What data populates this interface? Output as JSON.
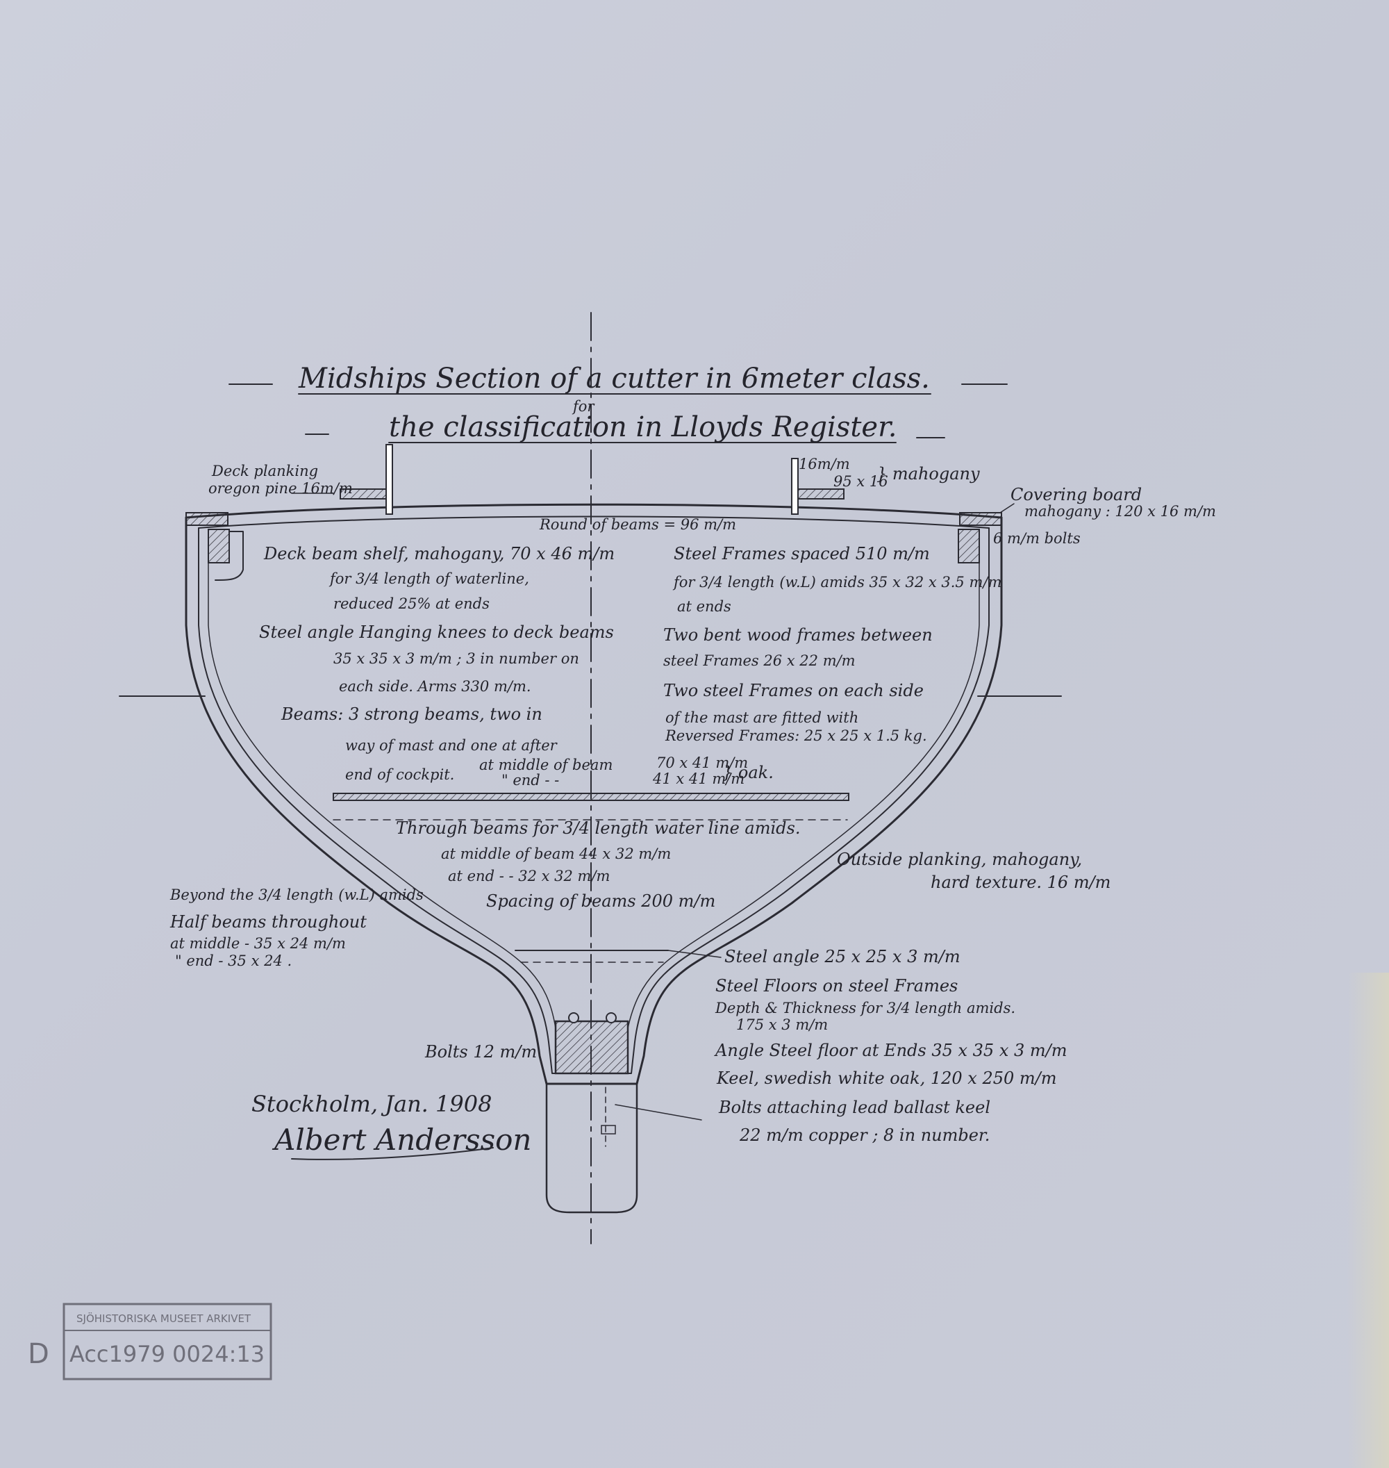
{
  "title": {
    "line1": "Midships Section of a cutter in 6meter class.",
    "line2": "for",
    "line3": "the classification in Lloyds Register."
  },
  "annotations": {
    "deck_planking": "Deck planking",
    "deck_planking_2": "oregon pine 16m/m",
    "mast_16": "16m/m",
    "mast_95": "95 x 16",
    "mahogany": "} mahogany",
    "covering_board": "Covering board",
    "covering_board_2": "mahogany : 120 x 16 m/m",
    "round_of_beams": "Round of beams = 96 m/m",
    "bolts_6": "6 m/m bolts",
    "shelf_1": "Deck beam shelf, mahogany, 70 x 46 m/m",
    "shelf_2": "for 3/4 length of waterline,",
    "shelf_3": "reduced 25% at ends",
    "knees_1": "Steel angle Hanging knees to deck beams",
    "knees_2": "35 x 35 x 3 m/m ; 3 in number on",
    "knees_3": "each side.  Arms 330 m/m.",
    "beams_1": "Beams: 3 strong beams, two in",
    "beams_2": "way of mast and one at after",
    "beams_3": "end of cockpit.",
    "beams_4": "at middle of beam",
    "beams_5": "\"     end  - -",
    "beams_6": "70 x 41 m/m",
    "beams_7": "41 x 41 m/m",
    "beams_oak": "} oak.",
    "frames_1": "Steel Frames spaced 510 m/m",
    "frames_2": "for 3/4 length (w.L) amids  35 x 32 x 3.5 m/m",
    "frames_3": "at ends",
    "frames_4": "Two bent wood frames between",
    "frames_5": "steel Frames   26 x 22 m/m",
    "frames_6": "Two steel Frames on each side",
    "frames_7": "of the mast are fitted with",
    "frames_8": "Reversed Frames: 25 x 25 x 1.5 kg.",
    "through_1": "Through beams for 3/4 length water line amids.",
    "through_2": "at middle of beam  44 x 32 m/m",
    "through_3": "at end    - -     32 x 32 m/m",
    "through_4": "Spacing of beams 200 m/m",
    "outside_1": "Outside planking, mahogany,",
    "outside_2": "hard texture.  16 m/m",
    "beyond_1": "Beyond the 3/4 length (w.L) amids",
    "beyond_2": "Half beams throughout",
    "beyond_3": "at middle  -  35 x 24 m/m",
    "beyond_4": "\"   end  -  35 x 24 .",
    "floor_1": "Steel angle  25 x 25 x 3 m/m",
    "floor_2": "Steel Floors on steel Frames",
    "floor_3": "Depth & Thickness for 3/4 length amids.",
    "floor_4": "175 x 3 m/m",
    "floor_5": "Angle Steel floor at Ends  35 x 35 x 3 m/m",
    "keel_1": "Keel, swedish white oak, 120 x 250 m/m",
    "ballast_1": "Bolts attaching lead ballast keel",
    "ballast_2": "22 m/m copper ; 8 in number.",
    "bolts_12": "Bolts 12 m/m"
  },
  "signature": {
    "place_date": "Stockholm, Jan. 1908",
    "name": "Albert Andersson"
  },
  "stamp": {
    "heading": "SJÖHISTORISKA MUSEET ARKIVET",
    "number": "Acc1979   0024:13",
    "letter": "D"
  },
  "colors": {
    "paper": "#c9ccd9",
    "ink": "#2b2b33",
    "stamp": "#6f6f7a"
  }
}
